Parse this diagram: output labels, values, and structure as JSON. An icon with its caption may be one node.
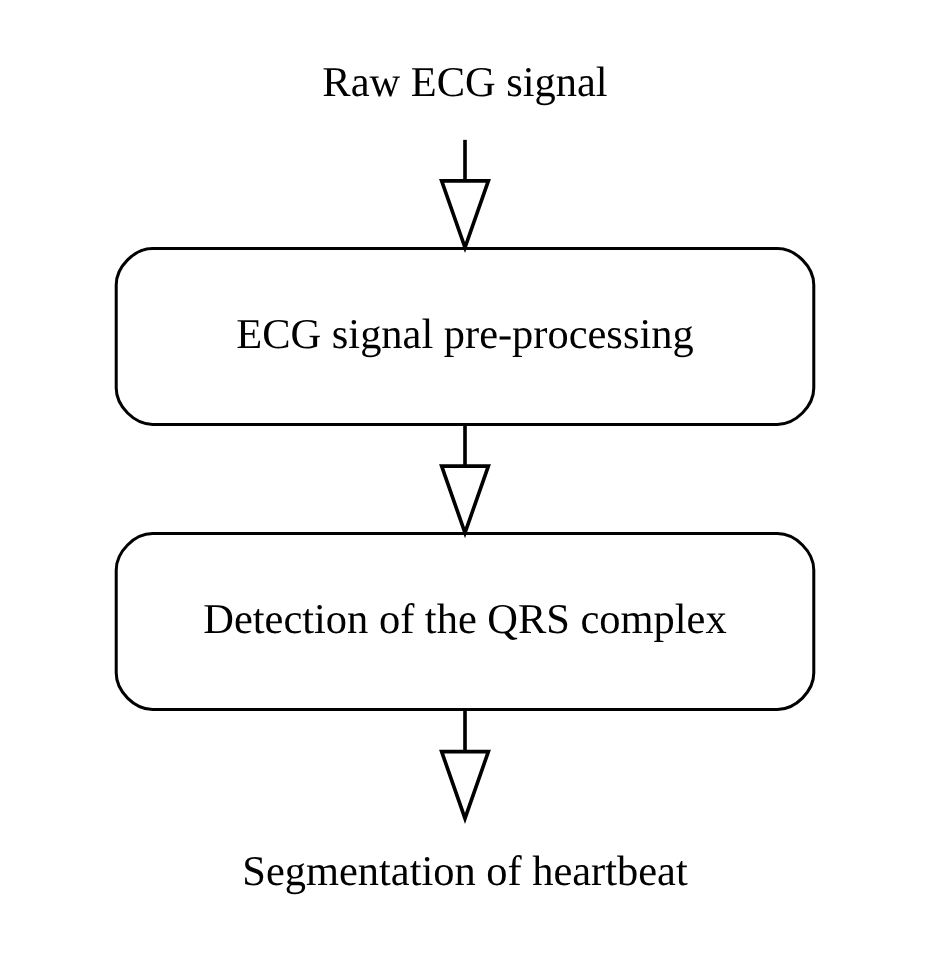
{
  "diagram": {
    "nodes": [
      {
        "text": [
          "Raw ECG signal"
        ]
      },
      {
        "text": [
          "ECG signal pre-processing"
        ]
      },
      {
        "text": [
          "Detection of the QRS complex"
        ]
      },
      {
        "text": [
          "Segmentation of heartbeat"
        ]
      }
    ],
    "edges": [
      {
        "from": 0,
        "to": 1,
        "arrow": "to"
      },
      {
        "from": 1,
        "to": 2,
        "arrow": "to"
      },
      {
        "from": 2,
        "to": 3,
        "arrow": "to"
      }
    ]
  }
}
